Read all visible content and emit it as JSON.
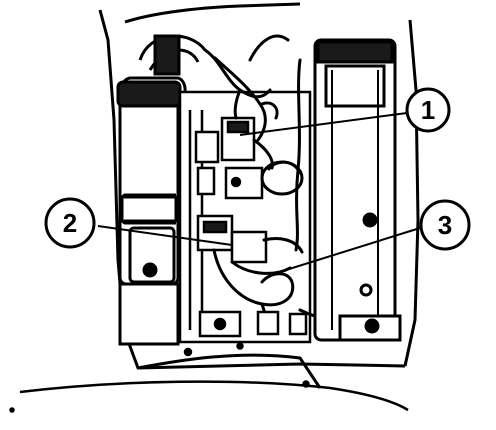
{
  "diagram": {
    "callouts": [
      {
        "label": "1"
      },
      {
        "label": "2"
      },
      {
        "label": "3"
      }
    ]
  },
  "colors": {
    "ink": "#000000",
    "paper": "#ffffff",
    "shade": "#1a1a1a"
  }
}
